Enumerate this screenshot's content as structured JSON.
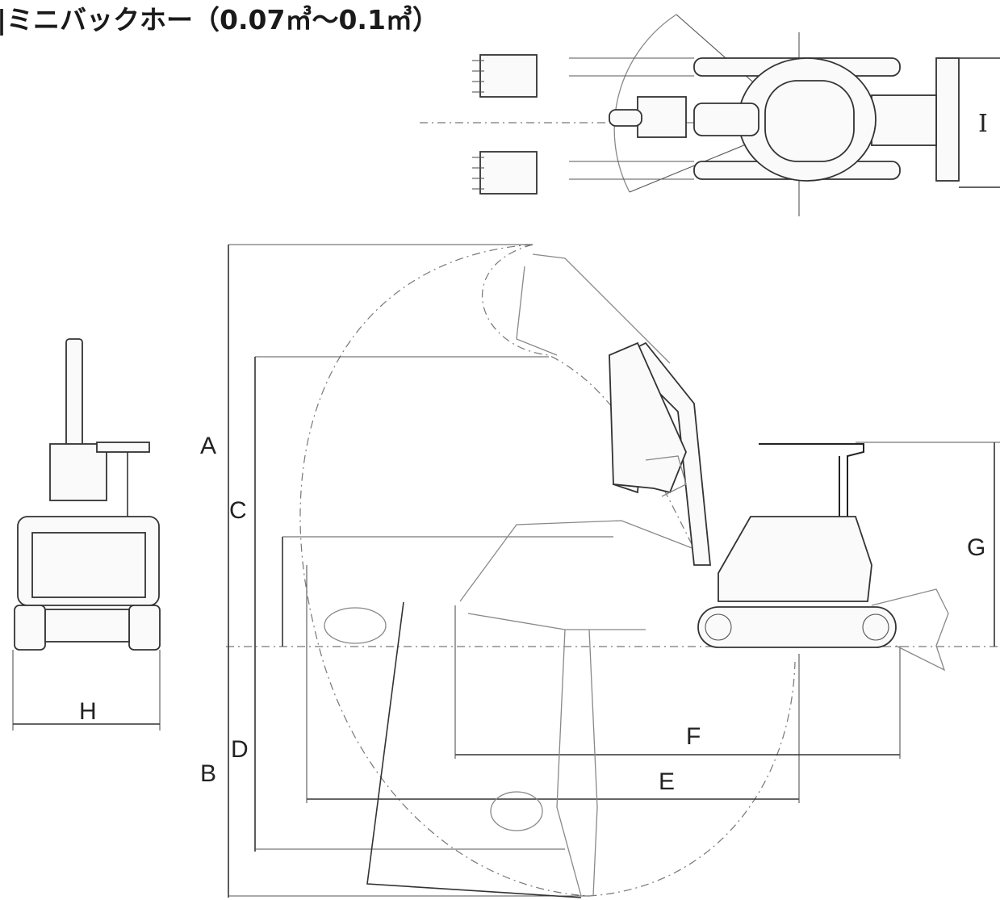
{
  "title": "|ミニバックホー（0.07㎥〜0.1㎥）",
  "dimension_labels": {
    "A": "A",
    "B": "B",
    "C": "C",
    "D": "D",
    "E": "E",
    "F": "F",
    "G": "G",
    "H": "H",
    "I": "I"
  }
}
